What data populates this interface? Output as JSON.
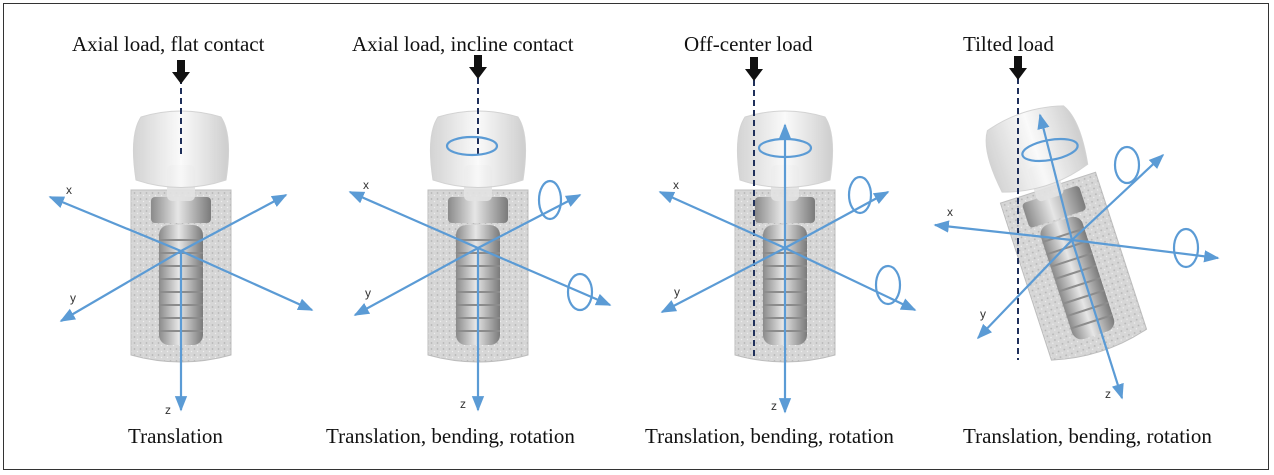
{
  "panels": [
    {
      "title": "Axial load, flat contact",
      "caption": "Translation",
      "axes": [
        "x",
        "y",
        "z"
      ]
    },
    {
      "title": "Axial load, incline contact",
      "caption": "Translation, bending, rotation",
      "axes": [
        "x",
        "y",
        "z"
      ]
    },
    {
      "title": "Off-center load",
      "caption": "Translation, bending, rotation",
      "axes": [
        "x",
        "y",
        "z"
      ]
    },
    {
      "title": "Tilted load",
      "caption": "Translation, bending, rotation",
      "axes": [
        "x",
        "y",
        "z"
      ]
    }
  ],
  "colors": {
    "axis": "#5b9bd5",
    "load_arrow": "#111111",
    "load_line": "#1f2f5a",
    "crown": "#e8e8e8",
    "bone": "#d0d0d0"
  }
}
